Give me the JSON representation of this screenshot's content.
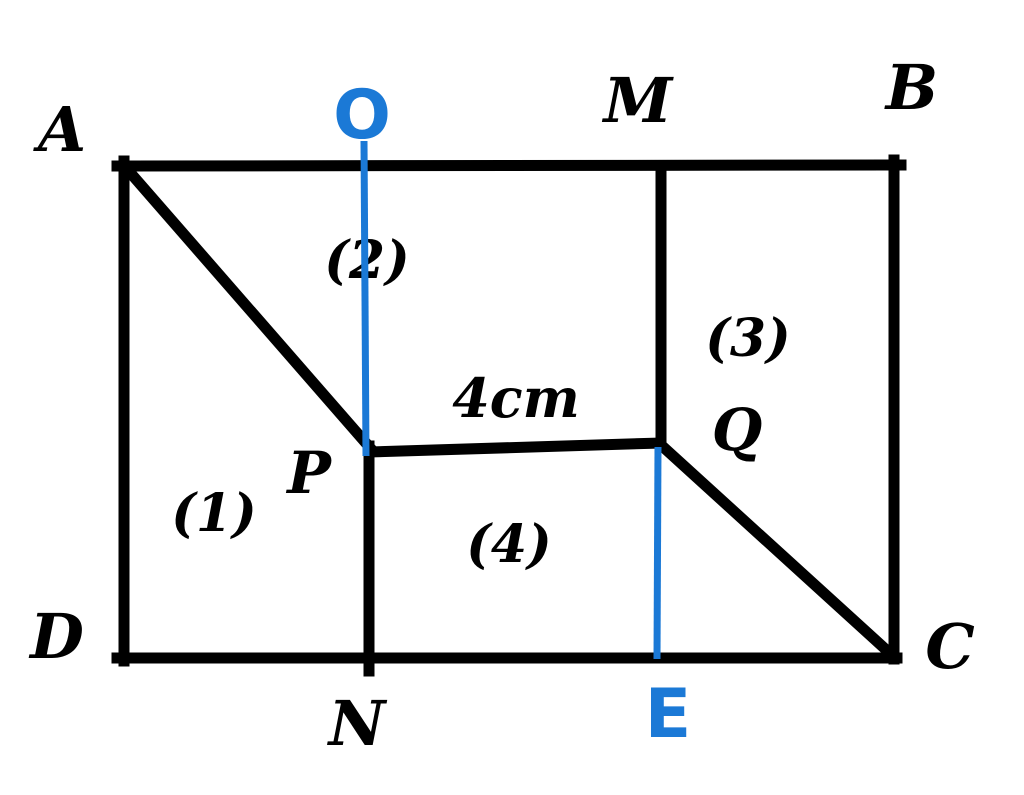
{
  "figure": {
    "points": {
      "A": "A",
      "B": "B",
      "C": "C",
      "D": "D",
      "M": "M",
      "N": "N",
      "O": "O",
      "E": "E",
      "P": "P",
      "Q": "Q"
    },
    "regions": {
      "r1": "(1)",
      "r2": "(2)",
      "r3": "(3)",
      "r4": "(4)"
    },
    "measurement": {
      "pq": "4cm"
    },
    "colors": {
      "ink": "#000000",
      "highlight": "#1b79d6",
      "background": "#ffffff"
    }
  }
}
